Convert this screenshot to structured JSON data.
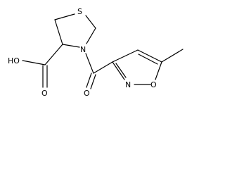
{
  "molecule": {
    "atoms": {
      "sulfur": "S",
      "ring_nitrogen": "N",
      "hydroxyl": "HO",
      "acid_carbonyl_oxygen": "O",
      "amide_carbonyl_oxygen": "O",
      "isoxazole_nitrogen": "N",
      "isoxazole_oxygen": "O"
    }
  }
}
